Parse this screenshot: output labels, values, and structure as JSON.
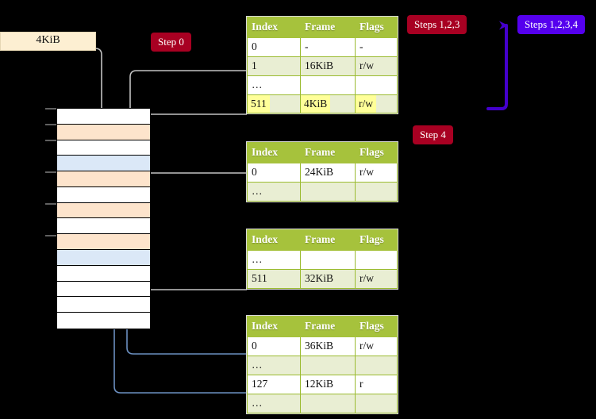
{
  "diagram": {
    "title_hidden": "",
    "labels": {
      "size_tag": "4KiB",
      "step0": "Step 0",
      "step4": "Step 4",
      "steps123": "Steps 1,2,3",
      "steps1234": "Steps 1,2,3,4"
    },
    "colors": {
      "background": "#000000",
      "table_header": "#a6c23c",
      "table_alt_row": "#e9eed3",
      "highlight": "#ffff99",
      "badge_red": "#a80022",
      "badge_blue": "#5500ee",
      "tag_fill": "#fdefd2",
      "mem_orange": "#fde4cc",
      "mem_blue": "#dbe8f7",
      "mem_white": "#ffffff",
      "connector_gray": "#bdbdbd",
      "connector_blue": "#6b8fc0"
    },
    "memory_column": {
      "name": "physical-memory-frames",
      "rows": [
        {
          "fill": "#ffffff"
        },
        {
          "fill": "#fde4cc"
        },
        {
          "fill": "#ffffff"
        },
        {
          "fill": "#dbe8f7"
        },
        {
          "fill": "#fde4cc"
        },
        {
          "fill": "#ffffff"
        },
        {
          "fill": "#fde4cc"
        },
        {
          "fill": "#ffffff"
        },
        {
          "fill": "#fde4cc"
        },
        {
          "fill": "#dbe8f7"
        },
        {
          "fill": "#ffffff"
        },
        {
          "fill": "#ffffff"
        },
        {
          "fill": "#ffffff"
        },
        {
          "fill": "#ffffff"
        }
      ]
    },
    "tables": [
      {
        "id": "table-level-4",
        "headers": [
          "Index",
          "Frame",
          "Flags"
        ],
        "rows": [
          {
            "cells": [
              "0",
              "-",
              "-"
            ],
            "alt": false,
            "highlight": false
          },
          {
            "cells": [
              "1",
              "16KiB",
              "r/w"
            ],
            "alt": true,
            "highlight": false
          },
          {
            "cells": [
              "…",
              "",
              ""
            ],
            "alt": false,
            "highlight": false
          },
          {
            "cells": [
              "511",
              "4KiB",
              "r/w"
            ],
            "alt": true,
            "highlight": true
          }
        ]
      },
      {
        "id": "table-level-3",
        "headers": [
          "Index",
          "Frame",
          "Flags"
        ],
        "rows": [
          {
            "cells": [
              "0",
              "24KiB",
              "r/w"
            ],
            "alt": false,
            "highlight": false
          },
          {
            "cells": [
              "…",
              "",
              ""
            ],
            "alt": true,
            "highlight": false
          }
        ]
      },
      {
        "id": "table-level-2",
        "headers": [
          "Index",
          "Frame",
          "Flags"
        ],
        "rows": [
          {
            "cells": [
              "…",
              "",
              ""
            ],
            "alt": false,
            "highlight": false
          },
          {
            "cells": [
              "511",
              "32KiB",
              "r/w"
            ],
            "alt": true,
            "highlight": false
          }
        ]
      },
      {
        "id": "table-level-1",
        "headers": [
          "Index",
          "Frame",
          "Flags"
        ],
        "rows": [
          {
            "cells": [
              "0",
              "36KiB",
              "r/w"
            ],
            "alt": false,
            "highlight": false
          },
          {
            "cells": [
              "…",
              "",
              ""
            ],
            "alt": true,
            "highlight": false
          },
          {
            "cells": [
              "127",
              "12KiB",
              "r"
            ],
            "alt": false,
            "highlight": false
          },
          {
            "cells": [
              "…",
              "",
              ""
            ],
            "alt": true,
            "highlight": false
          }
        ]
      }
    ]
  }
}
